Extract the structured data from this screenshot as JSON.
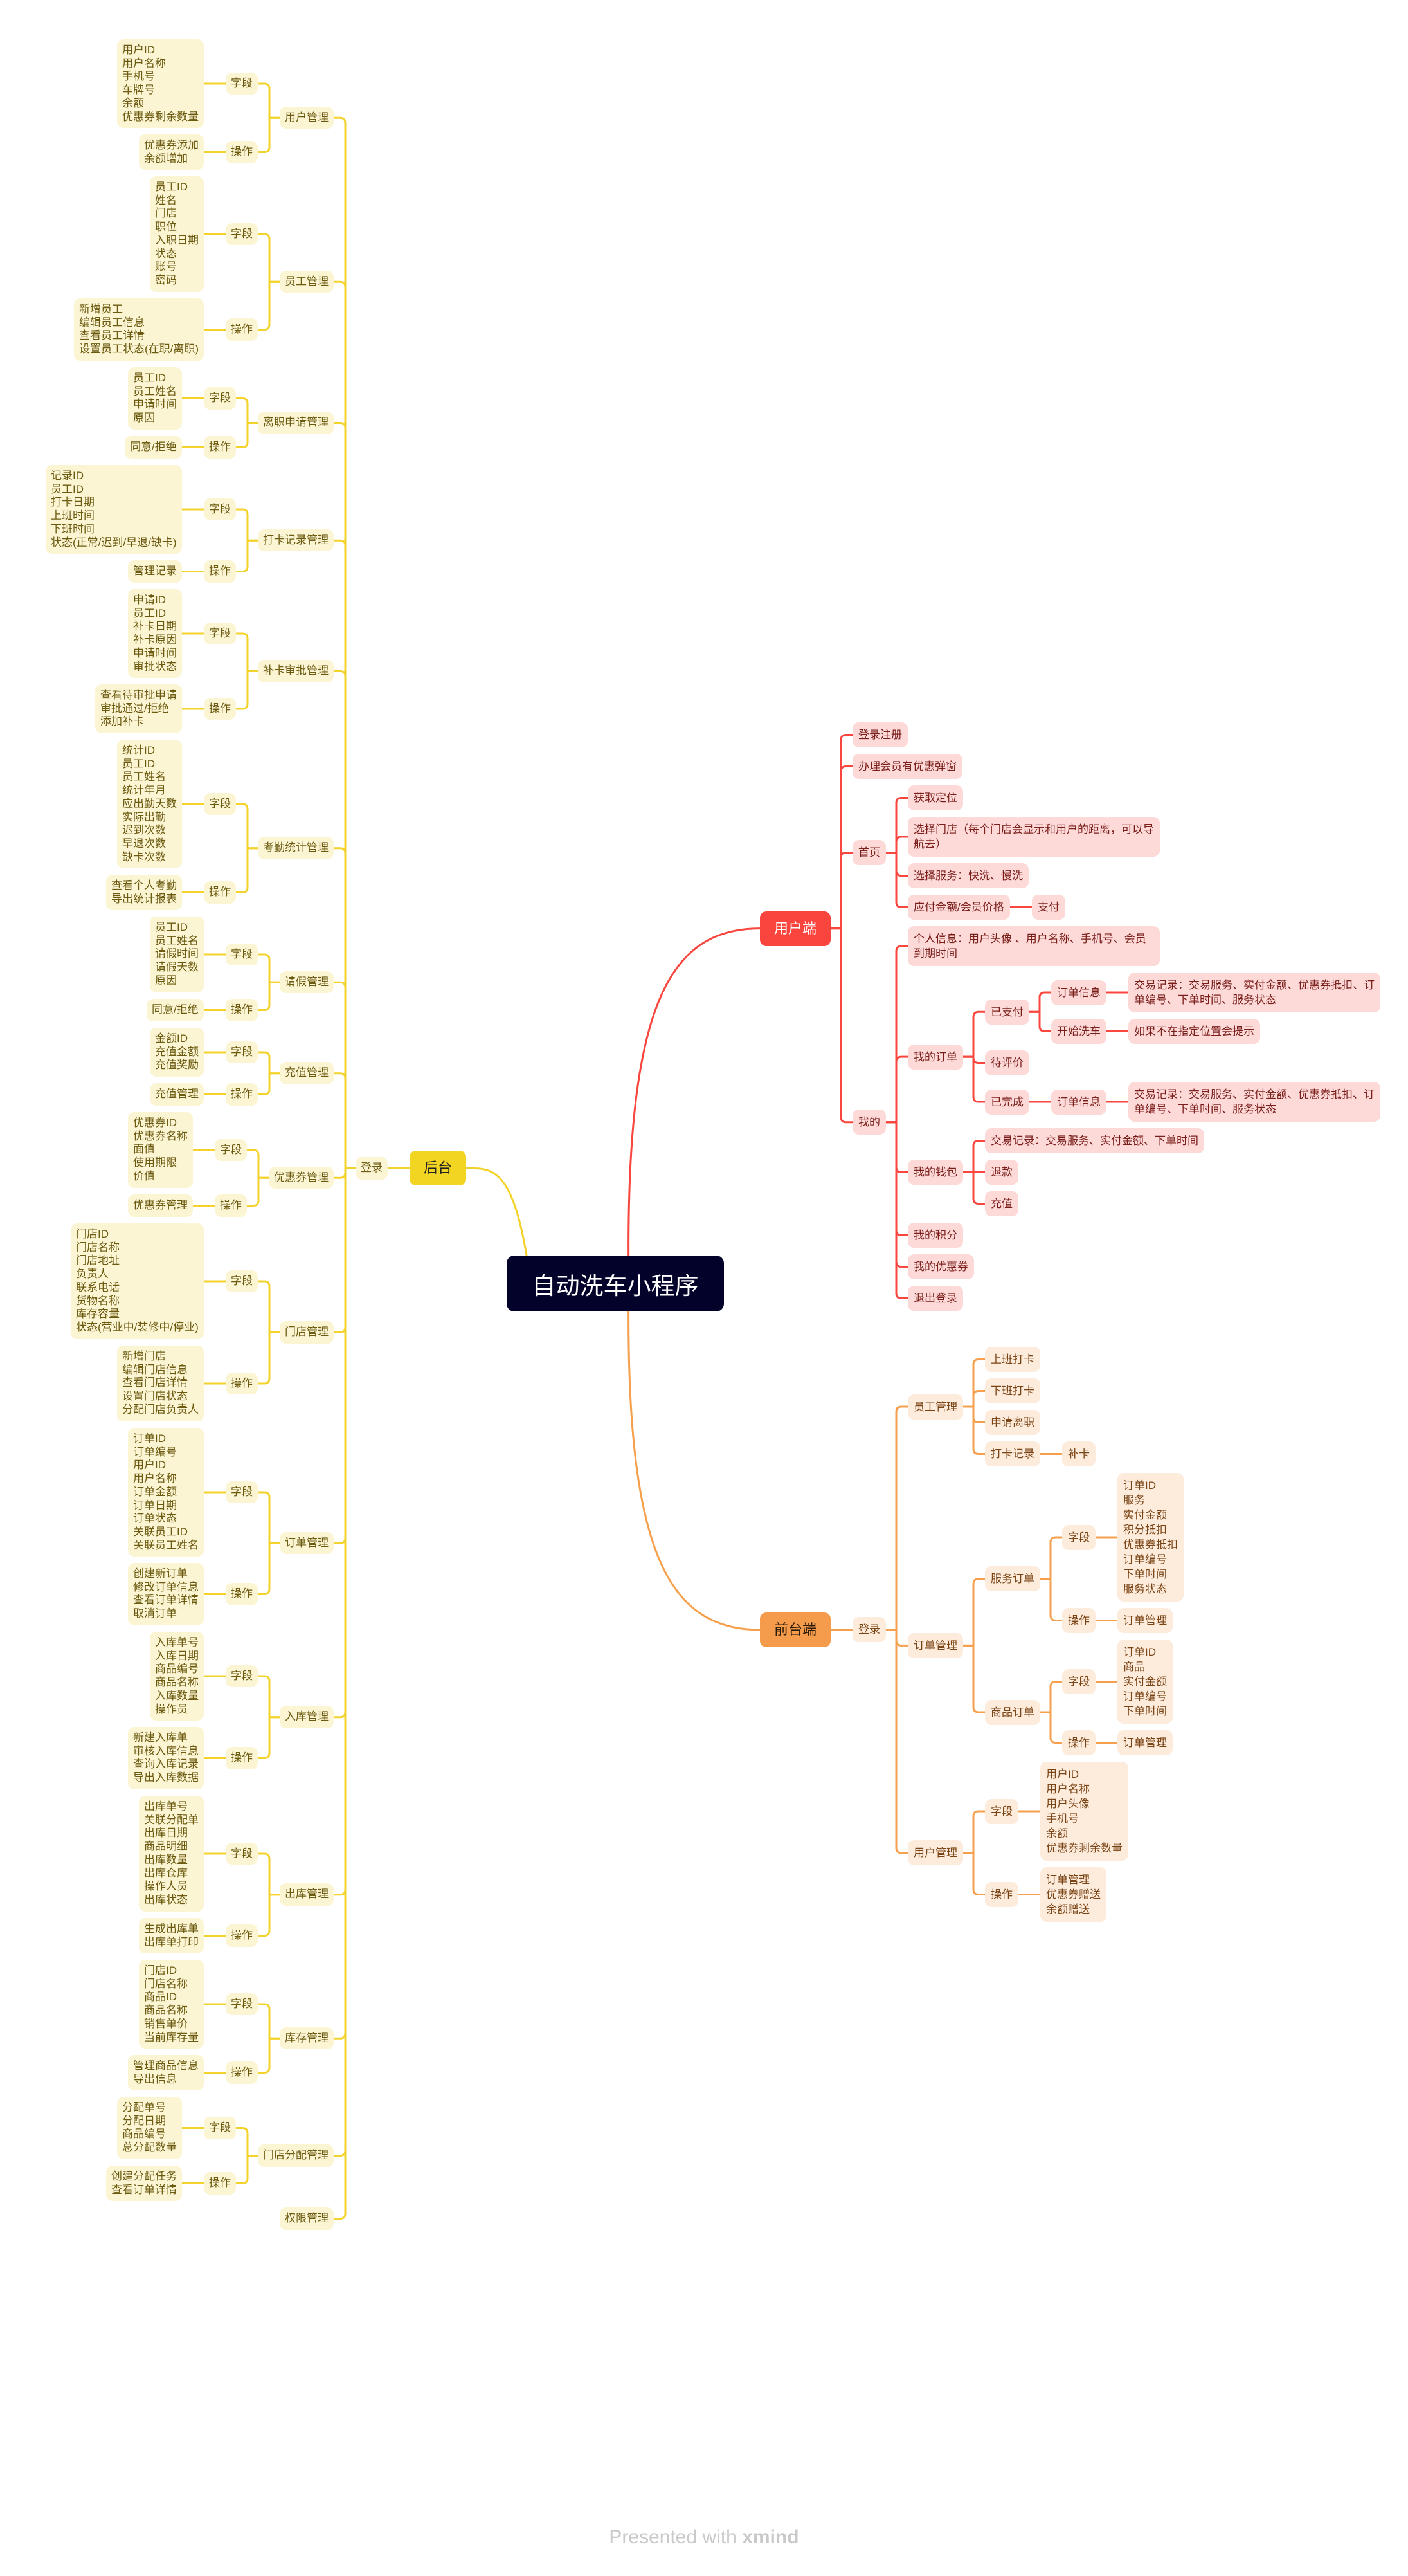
{
  "title": "自动洗车小程序",
  "colors": {
    "root": "#02022A",
    "backend": "#F3D32B",
    "user_client": "#F9463F",
    "front_desk": "#F6A04D"
  },
  "branches": {
    "backend": {
      "label": "后台",
      "children": [
        {
          "label": "登录",
          "children": [
            {
              "label": "用户管理",
              "children": [
                {
                  "label": "字段",
                  "children": [
                    {
                      "items": [
                        "用户ID",
                        "用户名称",
                        "手机号",
                        "车牌号",
                        "余额",
                        "优惠券剩余数量"
                      ]
                    }
                  ]
                },
                {
                  "label": "操作",
                  "children": [
                    {
                      "items": [
                        "优惠券添加",
                        "余额增加"
                      ]
                    }
                  ]
                }
              ]
            },
            {
              "label": "员工管理",
              "children": [
                {
                  "label": "字段",
                  "children": [
                    {
                      "items": [
                        "员工ID",
                        "姓名",
                        "门店",
                        "职位",
                        "入职日期",
                        "状态",
                        "账号",
                        "密码"
                      ]
                    }
                  ]
                },
                {
                  "label": "操作",
                  "children": [
                    {
                      "items": [
                        "新增员工",
                        "编辑员工信息",
                        "查看员工详情",
                        "设置员工状态(在职/离职)"
                      ]
                    }
                  ]
                }
              ]
            },
            {
              "label": "离职申请管理",
              "children": [
                {
                  "label": "字段",
                  "children": [
                    {
                      "items": [
                        "员工ID",
                        "员工姓名",
                        "申请时间",
                        "原因"
                      ]
                    }
                  ]
                },
                {
                  "label": "操作",
                  "children": [
                    {
                      "items": [
                        "同意/拒绝"
                      ]
                    }
                  ]
                }
              ]
            },
            {
              "label": "打卡记录管理",
              "children": [
                {
                  "label": "字段",
                  "children": [
                    {
                      "items": [
                        "记录ID",
                        "员工ID",
                        "打卡日期",
                        "上班时间",
                        "下班时间",
                        "状态(正常/迟到/早退/缺卡)"
                      ]
                    }
                  ]
                },
                {
                  "label": "操作",
                  "children": [
                    {
                      "items": [
                        "管理记录"
                      ]
                    }
                  ]
                }
              ]
            },
            {
              "label": "补卡审批管理",
              "children": [
                {
                  "label": "字段",
                  "children": [
                    {
                      "items": [
                        "申请ID",
                        "员工ID",
                        "补卡日期",
                        "补卡原因",
                        "申请时间",
                        "审批状态"
                      ]
                    }
                  ]
                },
                {
                  "label": "操作",
                  "children": [
                    {
                      "items": [
                        "查看待审批申请",
                        "审批通过/拒绝",
                        "添加补卡"
                      ]
                    }
                  ]
                }
              ]
            },
            {
              "label": "考勤统计管理",
              "children": [
                {
                  "label": "字段",
                  "children": [
                    {
                      "items": [
                        "统计ID",
                        "员工ID",
                        "员工姓名",
                        "统计年月",
                        "应出勤天数",
                        "实际出勤",
                        "迟到次数",
                        "早退次数",
                        "缺卡次数"
                      ]
                    }
                  ]
                },
                {
                  "label": "操作",
                  "children": [
                    {
                      "items": [
                        "查看个人考勤",
                        "导出统计报表"
                      ]
                    }
                  ]
                }
              ]
            },
            {
              "label": "请假管理",
              "children": [
                {
                  "label": "字段",
                  "children": [
                    {
                      "items": [
                        "员工ID",
                        "员工姓名",
                        "请假时间",
                        "请假天数",
                        "原因"
                      ]
                    }
                  ]
                },
                {
                  "label": "操作",
                  "children": [
                    {
                      "items": [
                        "同意/拒绝"
                      ]
                    }
                  ]
                }
              ]
            },
            {
              "label": "充值管理",
              "children": [
                {
                  "label": "字段",
                  "children": [
                    {
                      "items": [
                        "金额ID",
                        "充值金额",
                        "充值奖励"
                      ]
                    }
                  ]
                },
                {
                  "label": "操作",
                  "children": [
                    {
                      "items": [
                        "充值管理"
                      ]
                    }
                  ]
                }
              ]
            },
            {
              "label": "优惠券管理",
              "children": [
                {
                  "label": "字段",
                  "children": [
                    {
                      "items": [
                        "优惠券ID",
                        "优惠券名称",
                        "面值",
                        "使用期限",
                        "价值"
                      ]
                    }
                  ]
                },
                {
                  "label": "操作",
                  "children": [
                    {
                      "items": [
                        "优惠券管理"
                      ]
                    }
                  ]
                }
              ]
            },
            {
              "label": "门店管理",
              "children": [
                {
                  "label": "字段",
                  "children": [
                    {
                      "items": [
                        "门店ID",
                        "门店名称",
                        "门店地址",
                        "负责人",
                        "联系电话",
                        "货物名称",
                        "库存容量",
                        "状态(营业中/装修中/停业)"
                      ]
                    }
                  ]
                },
                {
                  "label": "操作",
                  "children": [
                    {
                      "items": [
                        "新增门店",
                        "编辑门店信息",
                        "查看门店详情",
                        "设置门店状态",
                        "分配门店负责人"
                      ]
                    }
                  ]
                }
              ]
            },
            {
              "label": "订单管理",
              "children": [
                {
                  "label": "字段",
                  "children": [
                    {
                      "items": [
                        "订单ID",
                        "订单编号",
                        "用户ID",
                        "用户名称",
                        "订单金额",
                        "订单日期",
                        "订单状态",
                        "关联员工ID",
                        "关联员工姓名"
                      ]
                    }
                  ]
                },
                {
                  "label": "操作",
                  "children": [
                    {
                      "items": [
                        "创建新订单",
                        "修改订单信息",
                        "查看订单详情",
                        "取消订单"
                      ]
                    }
                  ]
                }
              ]
            },
            {
              "label": "入库管理",
              "children": [
                {
                  "label": "字段",
                  "children": [
                    {
                      "items": [
                        "入库单号",
                        "入库日期",
                        "商品编号",
                        "商品名称",
                        "入库数量",
                        "操作员"
                      ]
                    }
                  ]
                },
                {
                  "label": "操作",
                  "children": [
                    {
                      "items": [
                        "新建入库单",
                        "审核入库信息",
                        "查询入库记录",
                        "导出入库数据"
                      ]
                    }
                  ]
                }
              ]
            },
            {
              "label": "出库管理",
              "children": [
                {
                  "label": "字段",
                  "children": [
                    {
                      "items": [
                        "出库单号",
                        "关联分配单",
                        "出库日期",
                        "商品明细",
                        "出库数量",
                        "出库仓库",
                        "操作人员",
                        "出库状态"
                      ]
                    }
                  ]
                },
                {
                  "label": "操作",
                  "children": [
                    {
                      "items": [
                        "生成出库单",
                        "出库单打印"
                      ]
                    }
                  ]
                }
              ]
            },
            {
              "label": "库存管理",
              "children": [
                {
                  "label": "字段",
                  "children": [
                    {
                      "items": [
                        "门店ID",
                        "门店名称",
                        "商品ID",
                        "商品名称",
                        "销售单价",
                        "当前库存量"
                      ]
                    }
                  ]
                },
                {
                  "label": "操作",
                  "children": [
                    {
                      "items": [
                        "管理商品信息",
                        "导出信息"
                      ]
                    }
                  ]
                }
              ]
            },
            {
              "label": "门店分配管理",
              "children": [
                {
                  "label": "字段",
                  "children": [
                    {
                      "items": [
                        "分配单号",
                        "分配日期",
                        "商品编号",
                        "总分配数量"
                      ]
                    }
                  ]
                },
                {
                  "label": "操作",
                  "children": [
                    {
                      "items": [
                        "创建分配任务",
                        "查看订单详情"
                      ]
                    }
                  ]
                }
              ]
            },
            {
              "label": "权限管理"
            }
          ]
        }
      ]
    },
    "user_client": {
      "label": "用户端",
      "children": [
        {
          "label": "登录注册"
        },
        {
          "label": "办理会员有优惠弹窗"
        },
        {
          "label": "首页",
          "children": [
            {
              "label": "获取定位"
            },
            {
              "label": "选择门店（每个门店会显示和用户的距离，可以导航去）"
            },
            {
              "label": "选择服务：快洗、慢洗"
            },
            {
              "label": "应付金额/会员价格",
              "children": [
                {
                  "label": "支付"
                }
              ]
            }
          ]
        },
        {
          "label": "我的",
          "children": [
            {
              "label": "个人信息：用户头像 、用户名称、手机号、会员到期时间"
            },
            {
              "label": "我的订单",
              "children": [
                {
                  "label": "已支付",
                  "children": [
                    {
                      "label": "订单信息",
                      "children": [
                        {
                          "label": "交易记录：交易服务、实付金额、优惠券抵扣、订单编号、下单时间、服务状态"
                        }
                      ]
                    },
                    {
                      "label": "开始洗车",
                      "children": [
                        {
                          "label": "如果不在指定位置会提示"
                        }
                      ]
                    }
                  ]
                },
                {
                  "label": "待评价"
                },
                {
                  "label": "已完成",
                  "children": [
                    {
                      "label": "订单信息",
                      "children": [
                        {
                          "label": "交易记录：交易服务、实付金额、优惠券抵扣、订单编号、下单时间、服务状态"
                        }
                      ]
                    }
                  ]
                }
              ]
            },
            {
              "label": "我的钱包",
              "children": [
                {
                  "label": "交易记录：交易服务、实付金额、下单时间"
                },
                {
                  "label": "退款"
                },
                {
                  "label": "充值"
                }
              ]
            },
            {
              "label": "我的积分"
            },
            {
              "label": "我的优惠券"
            },
            {
              "label": "退出登录"
            }
          ]
        }
      ]
    },
    "front_desk": {
      "label": "前台端",
      "children": [
        {
          "label": "登录",
          "children": [
            {
              "label": "员工管理",
              "children": [
                {
                  "label": "上班打卡"
                },
                {
                  "label": "下班打卡"
                },
                {
                  "label": "申请离职"
                },
                {
                  "label": "打卡记录",
                  "children": [
                    {
                      "label": "补卡"
                    }
                  ]
                }
              ]
            },
            {
              "label": "订单管理",
              "children": [
                {
                  "label": "服务订单",
                  "children": [
                    {
                      "label": "字段",
                      "children": [
                        {
                          "items": [
                            "订单ID",
                            "服务",
                            "实付金额",
                            "积分抵扣",
                            "优惠券抵扣",
                            "订单编号",
                            "下单时间",
                            "服务状态"
                          ]
                        }
                      ]
                    },
                    {
                      "label": "操作",
                      "children": [
                        {
                          "label": "订单管理"
                        }
                      ]
                    }
                  ]
                },
                {
                  "label": "商品订单",
                  "children": [
                    {
                      "label": "字段",
                      "children": [
                        {
                          "items": [
                            "订单ID",
                            "商品",
                            "实付金额",
                            "订单编号",
                            "下单时间"
                          ]
                        }
                      ]
                    },
                    {
                      "label": "操作",
                      "children": [
                        {
                          "label": "订单管理"
                        }
                      ]
                    }
                  ]
                }
              ]
            },
            {
              "label": "用户管理",
              "children": [
                {
                  "label": "字段",
                  "children": [
                    {
                      "items": [
                        "用户ID",
                        "用户名称",
                        "用户头像",
                        "手机号",
                        "余额",
                        "优惠券剩余数量"
                      ]
                    }
                  ]
                },
                {
                  "label": "操作",
                  "children": [
                    {
                      "items": [
                        "订单管理",
                        "优惠券赠送",
                        "余额赠送"
                      ]
                    }
                  ]
                }
              ]
            }
          ]
        }
      ]
    }
  },
  "footer": {
    "prefix": "Presented with",
    "brand": "xmind"
  }
}
